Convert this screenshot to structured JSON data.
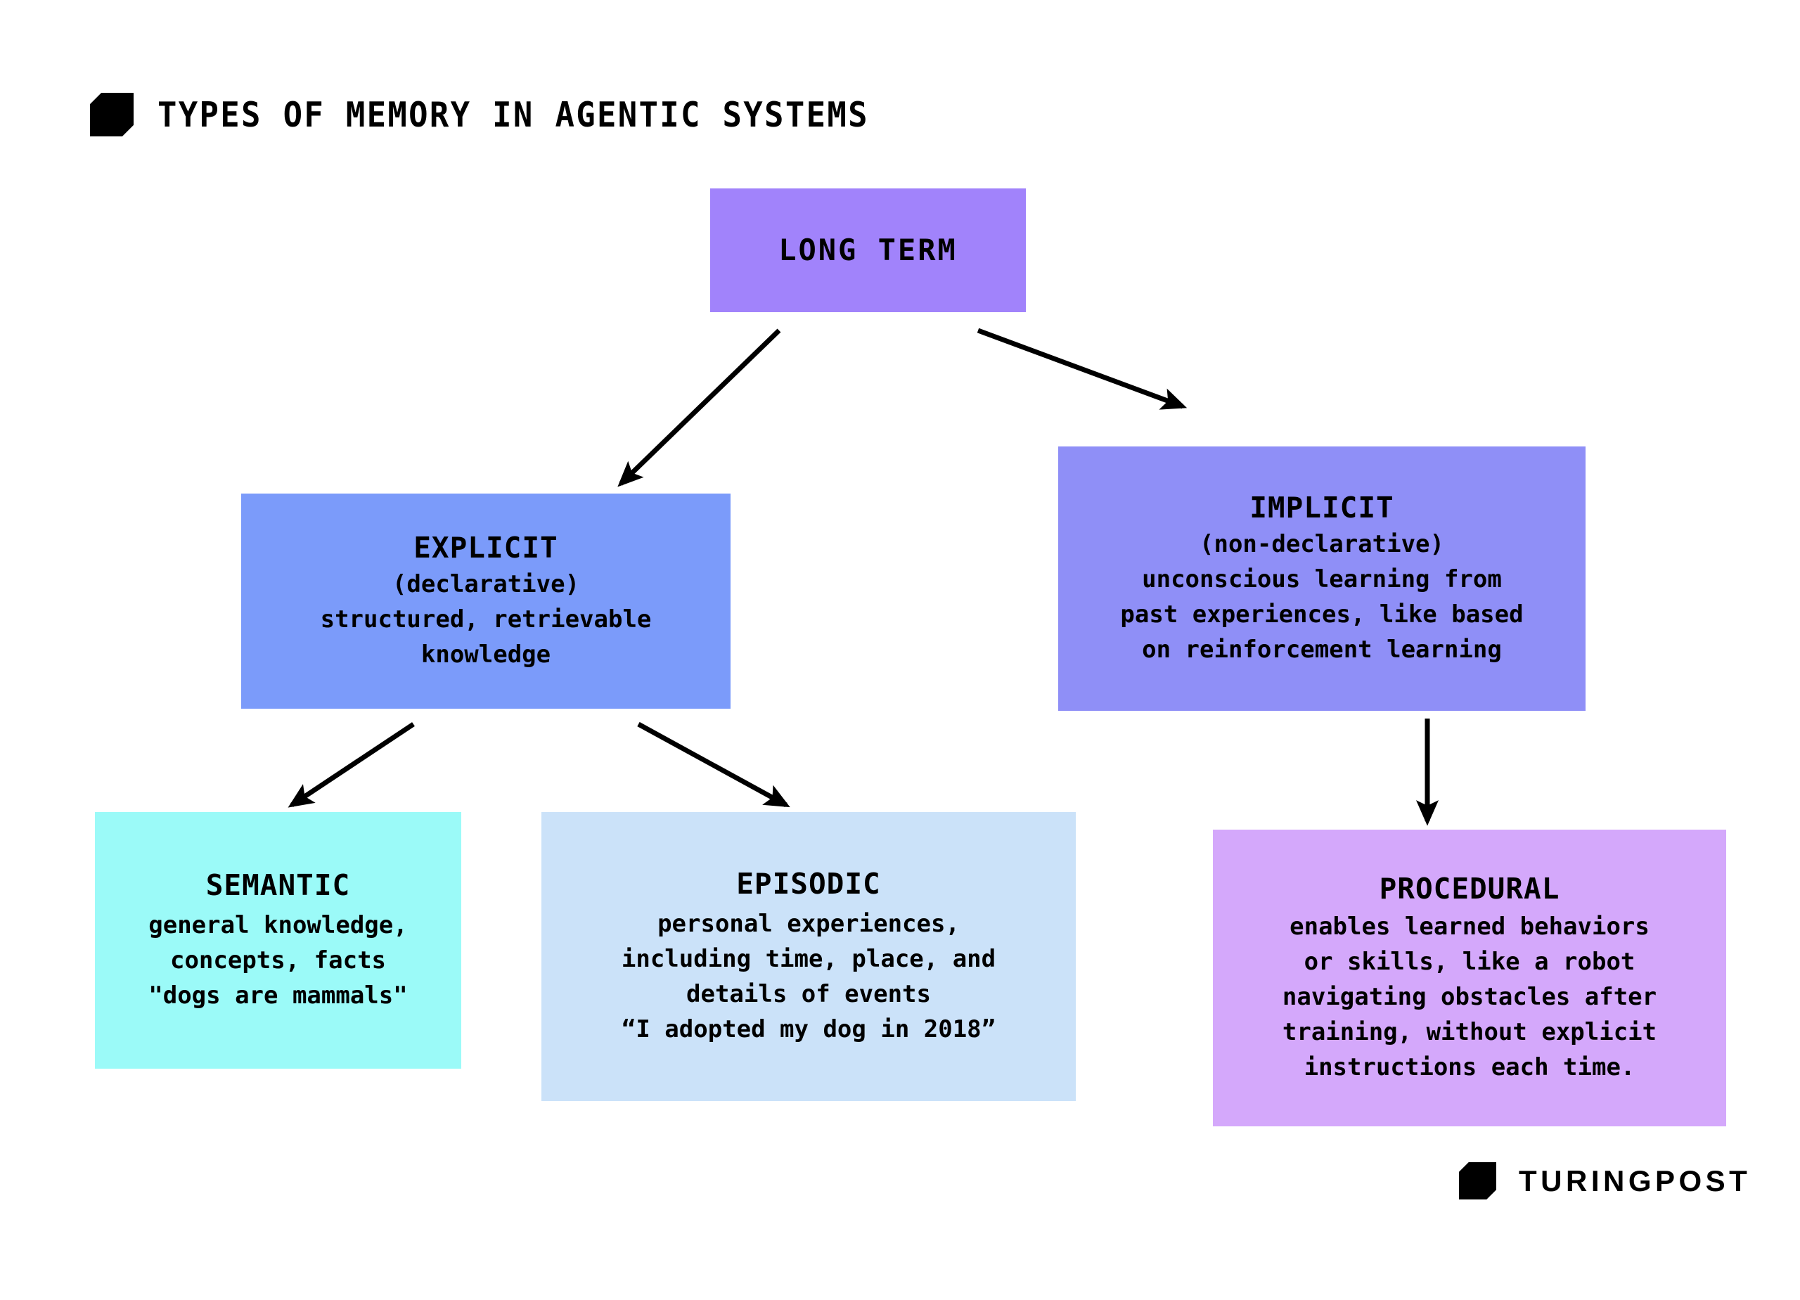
{
  "header": {
    "logo_icon": "turingpost-hexagon-icon",
    "title": "TYPES OF MEMORY IN AGENTIC SYSTEMS"
  },
  "diagram": {
    "type": "hierarchy-tree",
    "nodes": [
      {
        "id": "long-term",
        "title": "LONG TERM",
        "lines": [],
        "color": "#a183fb"
      },
      {
        "id": "explicit",
        "title": "EXPLICIT",
        "lines": [
          "(declarative)",
          "structured, retrievable",
          "knowledge"
        ],
        "color": "#7b9bfa"
      },
      {
        "id": "implicit",
        "title": "IMPLICIT",
        "lines": [
          "(non-declarative)",
          "unconscious learning from",
          "past experiences, like based",
          "on reinforcement learning"
        ],
        "color": "#8f8ff7"
      },
      {
        "id": "semantic",
        "title": "SEMANTIC",
        "lines": [
          "general knowledge,",
          "concepts, facts",
          "\"dogs are mammals\""
        ],
        "color": "#9bfaf8"
      },
      {
        "id": "episodic",
        "title": "EPISODIC",
        "lines": [
          "personal experiences,",
          "including time, place, and",
          "details of events",
          "“I adopted my dog in 2018”"
        ],
        "color": "#cbe2f9"
      },
      {
        "id": "procedural",
        "title": "PROCEDURAL",
        "lines": [
          "enables learned behaviors",
          "or skills, like a robot",
          "navigating obstacles after",
          "training, without explicit",
          "instructions each time."
        ],
        "color": "#d4a8fb"
      }
    ],
    "edges": [
      {
        "from": "long-term",
        "to": "explicit"
      },
      {
        "from": "long-term",
        "to": "implicit"
      },
      {
        "from": "explicit",
        "to": "semantic"
      },
      {
        "from": "explicit",
        "to": "episodic"
      },
      {
        "from": "implicit",
        "to": "procedural"
      }
    ],
    "edge_color": "#000000"
  },
  "footer": {
    "logo_icon": "turingpost-hexagon-icon",
    "wordmark": "TURINGPOST"
  }
}
